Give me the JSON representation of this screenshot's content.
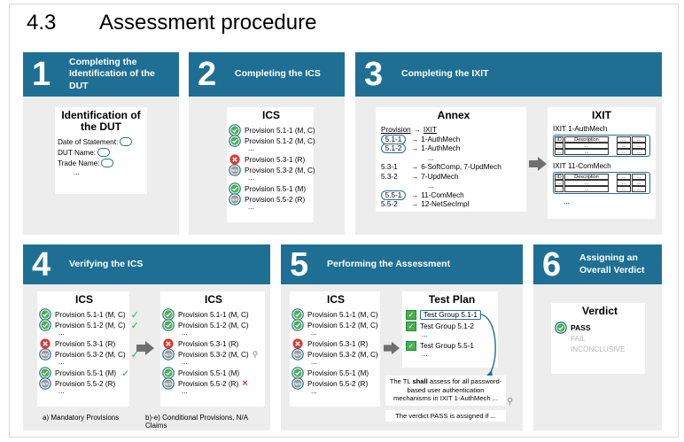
{
  "section": {
    "number": "4.3",
    "title": "Assessment procedure"
  },
  "colors": {
    "banner": "#1f6f94",
    "panel": "#ededed",
    "check": "#2aa84a",
    "cross": "#d93a35"
  },
  "steps": {
    "s1": {
      "num": "1",
      "title": "Completing the Identification of the DUT"
    },
    "s2": {
      "num": "2",
      "title": "Completing the ICS"
    },
    "s3": {
      "num": "3",
      "title": "Completing the IXIT"
    },
    "s4": {
      "num": "4",
      "title": "Verifying the ICS"
    },
    "s5": {
      "num": "5",
      "title": "Performing the Assessment"
    },
    "s6": {
      "num": "6",
      "title": "Assigning an Overall Verdict"
    }
  },
  "identification": {
    "title": "Identification of the DUT",
    "fields": [
      "Date of Statement:",
      "DUT Name:",
      "Trade Name:"
    ],
    "more": "..."
  },
  "ics": {
    "title": "ICS",
    "items": [
      {
        "label": "Provision 5.1-1 (M, C)",
        "icon": "check"
      },
      {
        "label": "Provision 5.1-2 (M, C)",
        "icon": "check"
      },
      {
        "label": "...",
        "icon": "none"
      },
      {
        "label": "Provision 5.3-1 (R)",
        "icon": "cross"
      },
      {
        "label": "Provision 5.3-2 (M, C)",
        "icon": "na"
      },
      {
        "label": "...",
        "icon": "none"
      },
      {
        "label": "Provision 5.5-1 (M)",
        "icon": "check"
      },
      {
        "label": "Provision 5.5-2 (R)",
        "icon": "na"
      },
      {
        "label": "...",
        "icon": "none"
      }
    ]
  },
  "annex": {
    "title": "Annex",
    "header_left": "Provision",
    "header_right": "IXIT",
    "rows": [
      {
        "left": "5.1-1",
        "right": "1-AuthMech",
        "circled": true
      },
      {
        "left": "5.1-2",
        "right": "1-AuthMech",
        "circled": true
      },
      {
        "left": "",
        "right": "...",
        "circled": false
      },
      {
        "left": "5.3-1",
        "right": "6-SoftComp, 7-UpdMech",
        "circled": false
      },
      {
        "left": "5.3-2",
        "right": "7-UpdMech",
        "circled": false
      },
      {
        "left": "",
        "right": "...",
        "circled": false
      },
      {
        "left": "5.5-1",
        "right": "11-ComMech",
        "circled": true
      },
      {
        "left": "5.5-2",
        "right": "12-NetSecImpl",
        "circled": false
      }
    ]
  },
  "ixit": {
    "title": "IXIT",
    "docs": [
      {
        "name": "IXIT 1-AuthMech",
        "col1": "ID",
        "col2": "Description"
      },
      {
        "name": "IXIT 11-ComMech",
        "col1": "ID",
        "col2": "Description"
      }
    ],
    "cell": "...",
    "more": "..."
  },
  "verify": {
    "left_title": "ICS",
    "right_title": "ICS",
    "left_items": [
      {
        "label": "Provision 5.1-1 (M, C)",
        "icon": "check",
        "mark": "check"
      },
      {
        "label": "Provision 5.1-2 (M, C)",
        "icon": "check",
        "mark": "check"
      },
      {
        "label": "...",
        "icon": "none",
        "mark": ""
      },
      {
        "label": "Provision 5.3-1 (R)",
        "icon": "cross",
        "mark": ""
      },
      {
        "label": "Provision 5.3-2 (M, C)",
        "icon": "na",
        "mark": "check"
      },
      {
        "label": "...",
        "icon": "none",
        "mark": ""
      },
      {
        "label": "Provision 5.5-1 (M)",
        "icon": "check",
        "mark": "check"
      },
      {
        "label": "Provision 5.5-2 (R)",
        "icon": "na",
        "mark": ""
      },
      {
        "label": "...",
        "icon": "none",
        "mark": ""
      }
    ],
    "right_items": [
      {
        "label": "Provision 5.1-1 (M, C)",
        "icon": "check",
        "mark": ""
      },
      {
        "label": "Provision 5.1-2 (M, C)",
        "icon": "check",
        "mark": ""
      },
      {
        "label": "...",
        "icon": "none",
        "mark": ""
      },
      {
        "label": "Provision 5.3-1 (R)",
        "icon": "cross",
        "mark": ""
      },
      {
        "label": "Provision 5.3-2 (M, C)",
        "icon": "na",
        "mark": "search"
      },
      {
        "label": "...",
        "icon": "none",
        "mark": ""
      },
      {
        "label": "Provision 5.5-1 (M)",
        "icon": "check",
        "mark": ""
      },
      {
        "label": "Provision 5.5-2 (R)",
        "icon": "na",
        "mark": "cross"
      },
      {
        "label": "...",
        "icon": "none",
        "mark": ""
      }
    ],
    "caption_left": "a) Mandatory Provisions",
    "caption_right": "b)-e) Conditional Provisions, N/A Claims"
  },
  "perform": {
    "ics_title": "ICS",
    "ics_items": [
      {
        "label": "Provision 5.1-1 (M, C)",
        "icon": "check"
      },
      {
        "label": "Provision 5.1-2 (M, C)",
        "icon": "check"
      },
      {
        "label": "...",
        "icon": "none"
      },
      {
        "label": "Provision 5.3-1 (R)",
        "icon": "cross"
      },
      {
        "label": "Provision 5.3-2 (M, C)",
        "icon": "na"
      },
      {
        "label": "...",
        "icon": "none"
      },
      {
        "label": "Provision 5.5-1 (M)",
        "icon": "check"
      },
      {
        "label": "Provision 5.5-2 (R)",
        "icon": "na"
      },
      {
        "label": "...",
        "icon": "none"
      }
    ],
    "plan_title": "Test Plan",
    "plan_items": [
      {
        "label": "Test Group 5.1-1"
      },
      {
        "label": "Test Group 5.1-2"
      },
      {
        "label": "..."
      },
      {
        "label": "Test Group 5.5-1"
      },
      {
        "label": "..."
      }
    ],
    "note_pre": "The TL ",
    "note_bold": "shall",
    "note_post": " assess for all password-based user authentication mechanisms in IXIT 1-AuthMech ...",
    "note2": "The verdict PASS is assigned if ..."
  },
  "verdict": {
    "title": "Verdict",
    "options": [
      "PASS",
      "FAIL",
      "INCONCLUSIVE"
    ]
  }
}
